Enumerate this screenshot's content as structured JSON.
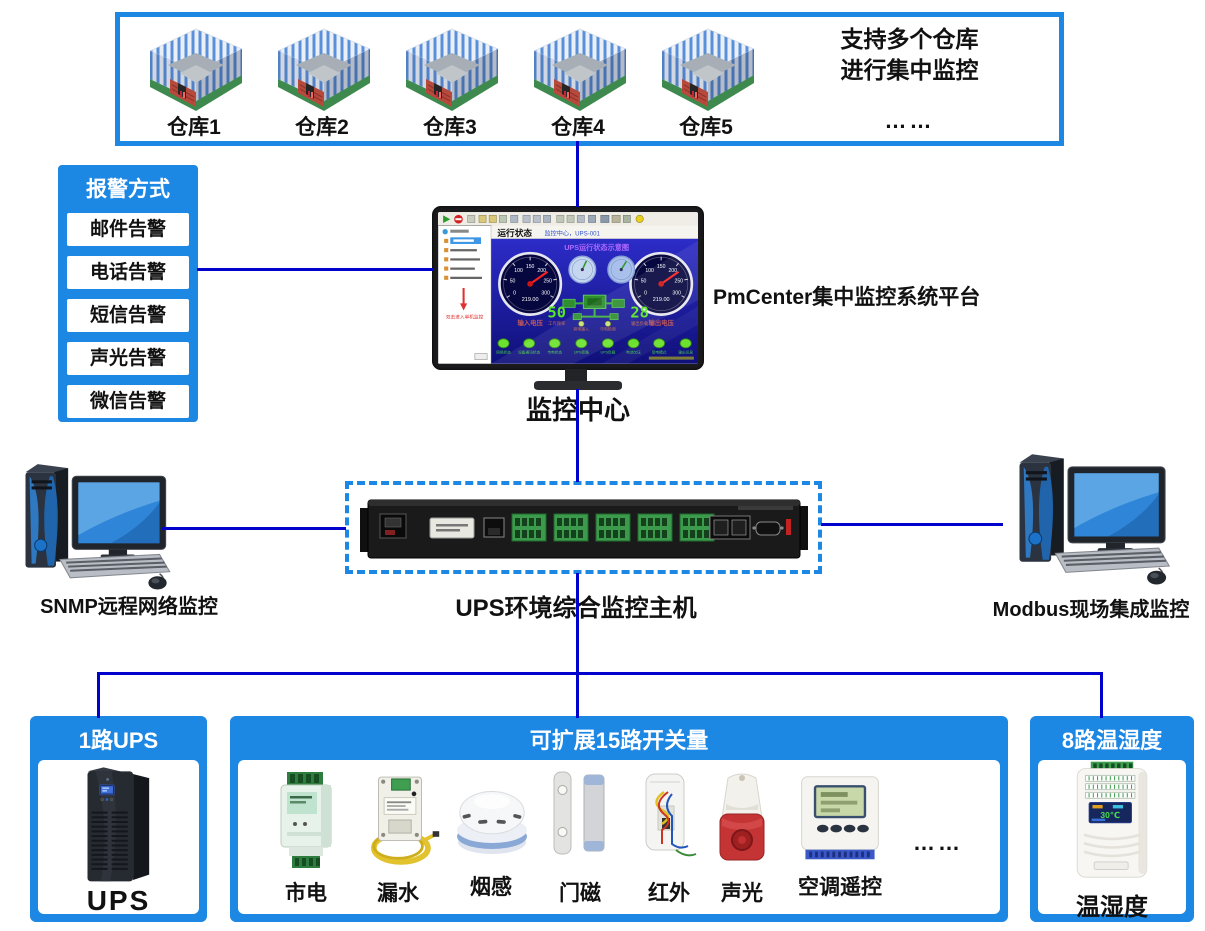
{
  "top_box": {
    "warehouses": [
      {
        "label": "仓库1"
      },
      {
        "label": "仓库2"
      },
      {
        "label": "仓库3"
      },
      {
        "label": "仓库4"
      },
      {
        "label": "仓库5"
      }
    ],
    "note_line1": "支持多个仓库",
    "note_line2": "进行集中监控",
    "ellipsis": "……"
  },
  "alarm_panel": {
    "title": "报警方式",
    "items": [
      {
        "label": "邮件告警"
      },
      {
        "label": "电话告警"
      },
      {
        "label": "短信告警"
      },
      {
        "label": "声光告警"
      },
      {
        "label": "微信告警"
      }
    ]
  },
  "monitoring_center": {
    "label": "监控中心",
    "platform_label": "PmCenter集中监控系统平台",
    "screen": {
      "header": "运行状态",
      "header_device": "监控中心，UPS-001",
      "diagram_title": "UPS运行状态示意图",
      "gauge_ticks": [
        "0",
        "50",
        "100",
        "150",
        "200",
        "250",
        "300"
      ],
      "input_gauge": {
        "value": "219.00",
        "label": "输入电压"
      },
      "output_gauge": {
        "value": "219.00",
        "label": "输出电压"
      },
      "frequency": {
        "value": "50",
        "label": "工作频率"
      },
      "load": {
        "value": "28",
        "label": "输出负载"
      },
      "mid_indicators": [
        {
          "label": "旁电输入"
        },
        {
          "label": "市电检测"
        }
      ],
      "status_leds": [
        {
          "label": "网络状态"
        },
        {
          "label": "设备通讯状态"
        },
        {
          "label": "市电状态"
        },
        {
          "label": "UPS旁路"
        },
        {
          "label": "UPS负载"
        },
        {
          "label": "电池欠压"
        },
        {
          "label": "旁电模式"
        },
        {
          "label": "输出讯息"
        }
      ],
      "sidebar_note": "双击进入单机监控"
    }
  },
  "host": {
    "label": "UPS环境综合监控主机"
  },
  "snmp_pc": {
    "label": "SNMP远程网络监控"
  },
  "modbus_pc": {
    "label": "Modbus现场集成监控"
  },
  "ups_box": {
    "header": "1路UPS",
    "device_label": "UPS"
  },
  "switch_box": {
    "header": "可扩展15路开关量",
    "sensors": [
      {
        "label": "市电"
      },
      {
        "label": "漏水"
      },
      {
        "label": "烟感"
      },
      {
        "label": "门磁"
      },
      {
        "label": "红外"
      },
      {
        "label": "声光"
      },
      {
        "label": "空调遥控"
      }
    ],
    "ellipsis": "……"
  },
  "th_box": {
    "header": "8路温湿度",
    "device_label": "温湿度",
    "lcd": "30℃"
  },
  "colors": {
    "panel_blue": "#1d87e4",
    "line_blue": "#0101cc"
  }
}
